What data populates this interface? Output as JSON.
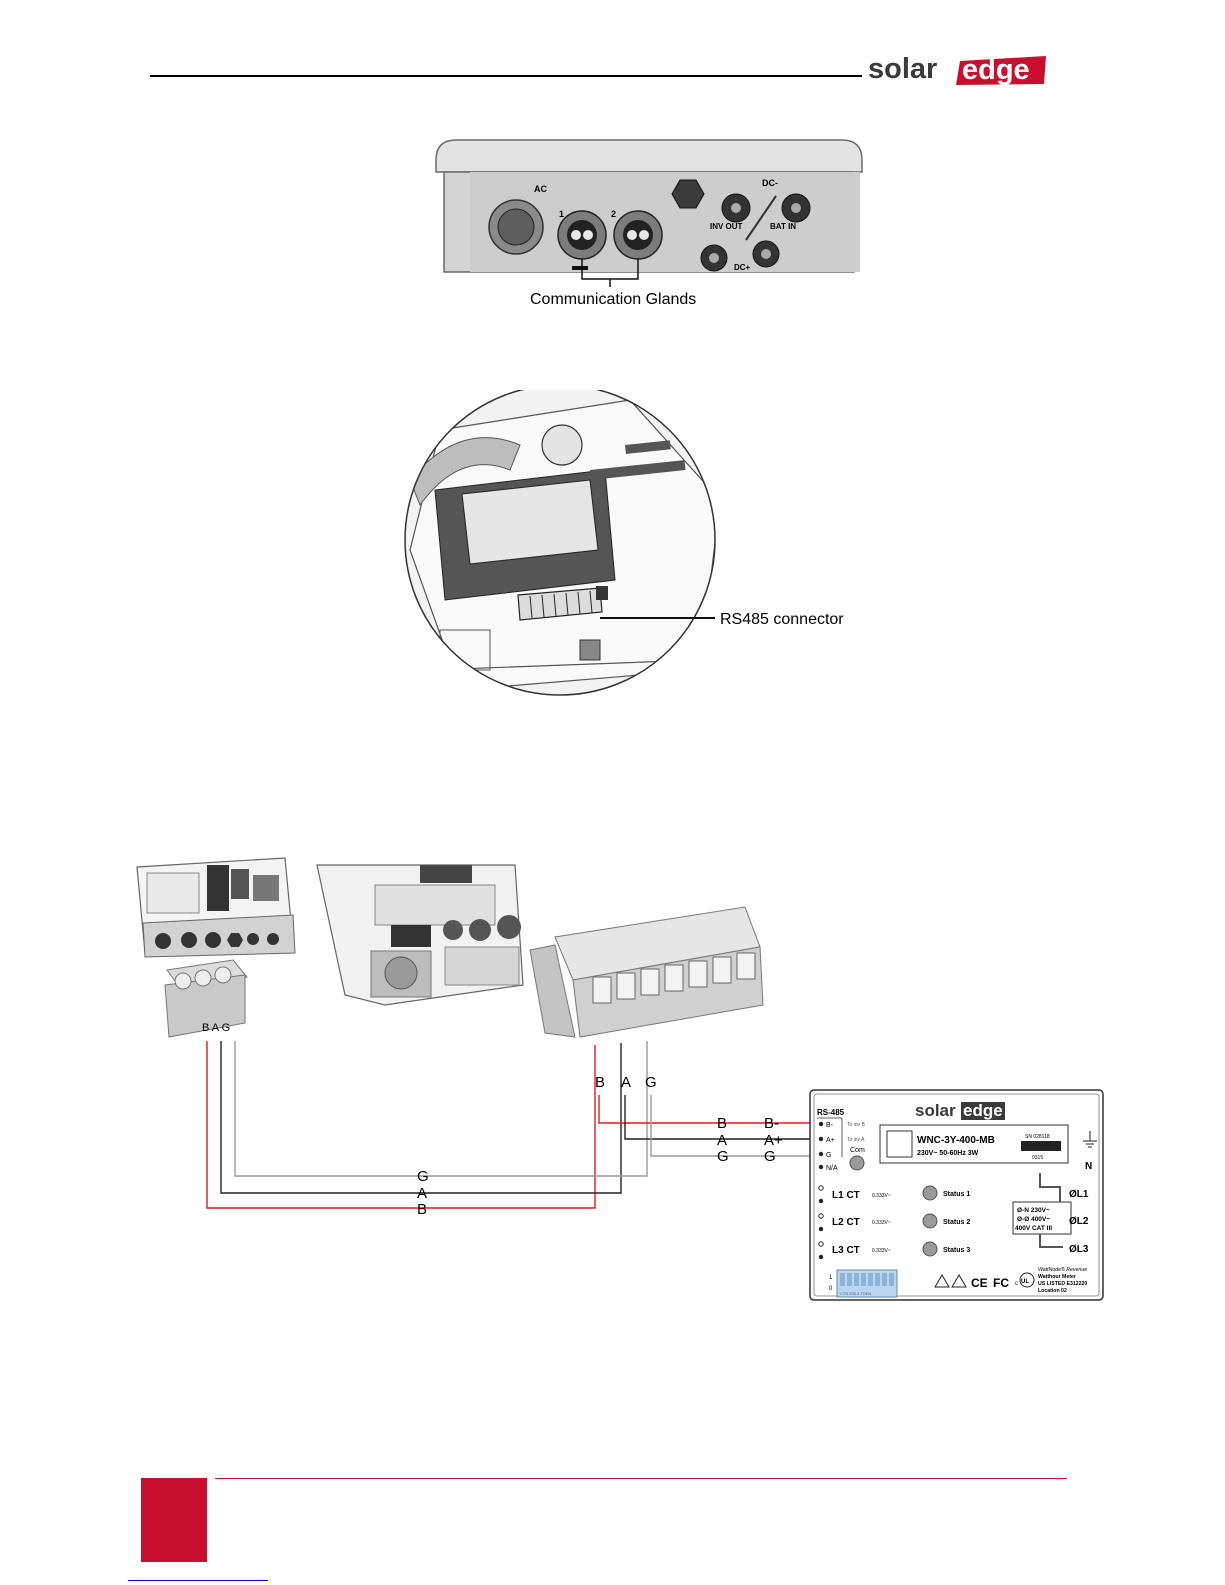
{
  "header": {
    "logo": {
      "word_left": "solar",
      "word_right": "edge",
      "accent": "#c8102e"
    }
  },
  "figure1": {
    "labels": {
      "ac": "AC",
      "gland1": "1",
      "gland2": "2",
      "dc_minus": "DC-",
      "inv_out": "INV  OUT",
      "bat_in": "BAT IN",
      "dc_plus": "DC+"
    },
    "callout": "Communication Glands"
  },
  "figure2": {
    "callout": "RS485 connector"
  },
  "figure3": {
    "terminal_block_labels": "B A G",
    "wire_labels": {
      "b": "B",
      "a": "A",
      "g": "G"
    },
    "meter": {
      "rs485": "RS-485",
      "pins": [
        "B-",
        "A+",
        "G",
        "N/A"
      ],
      "pin_notes": [
        "To inv B",
        "To inv A"
      ],
      "com": "Com",
      "logo_left": "solar",
      "logo_right": "edge",
      "model": "WNC-3Y-400-MB",
      "rating": "230V~ 50-60Hz 3W",
      "sn": "SN 028118",
      "date_code": "0315",
      "n": "N",
      "ct_labels": [
        "L1 CT",
        "L2 CT",
        "L3 CT"
      ],
      "ct_voltage": "0.333V~",
      "status_labels": [
        "Status 1",
        "Status 2",
        "Status 3"
      ],
      "phase_labels": [
        "ØL1",
        "ØL2",
        "ØL3"
      ],
      "voltage_box": [
        "Ø-N 230V~",
        "Ø-Ø 400V~",
        "400V CAT III"
      ],
      "dip_rows": [
        "1",
        "0"
      ],
      "dip_caption": "CTS  208-9  TDEN",
      "listing": [
        "WattNode® Revenue",
        "Watthour Meter",
        "US LISTED E312220",
        "Location 02"
      ],
      "marks": {
        "ul": "UL",
        "c": "c",
        "ce": "CE",
        "fc": "FC"
      }
    },
    "colors": {
      "b_wire": "#d62020",
      "a_wire": "#222222",
      "g_wire": "#9a9a9a"
    }
  }
}
